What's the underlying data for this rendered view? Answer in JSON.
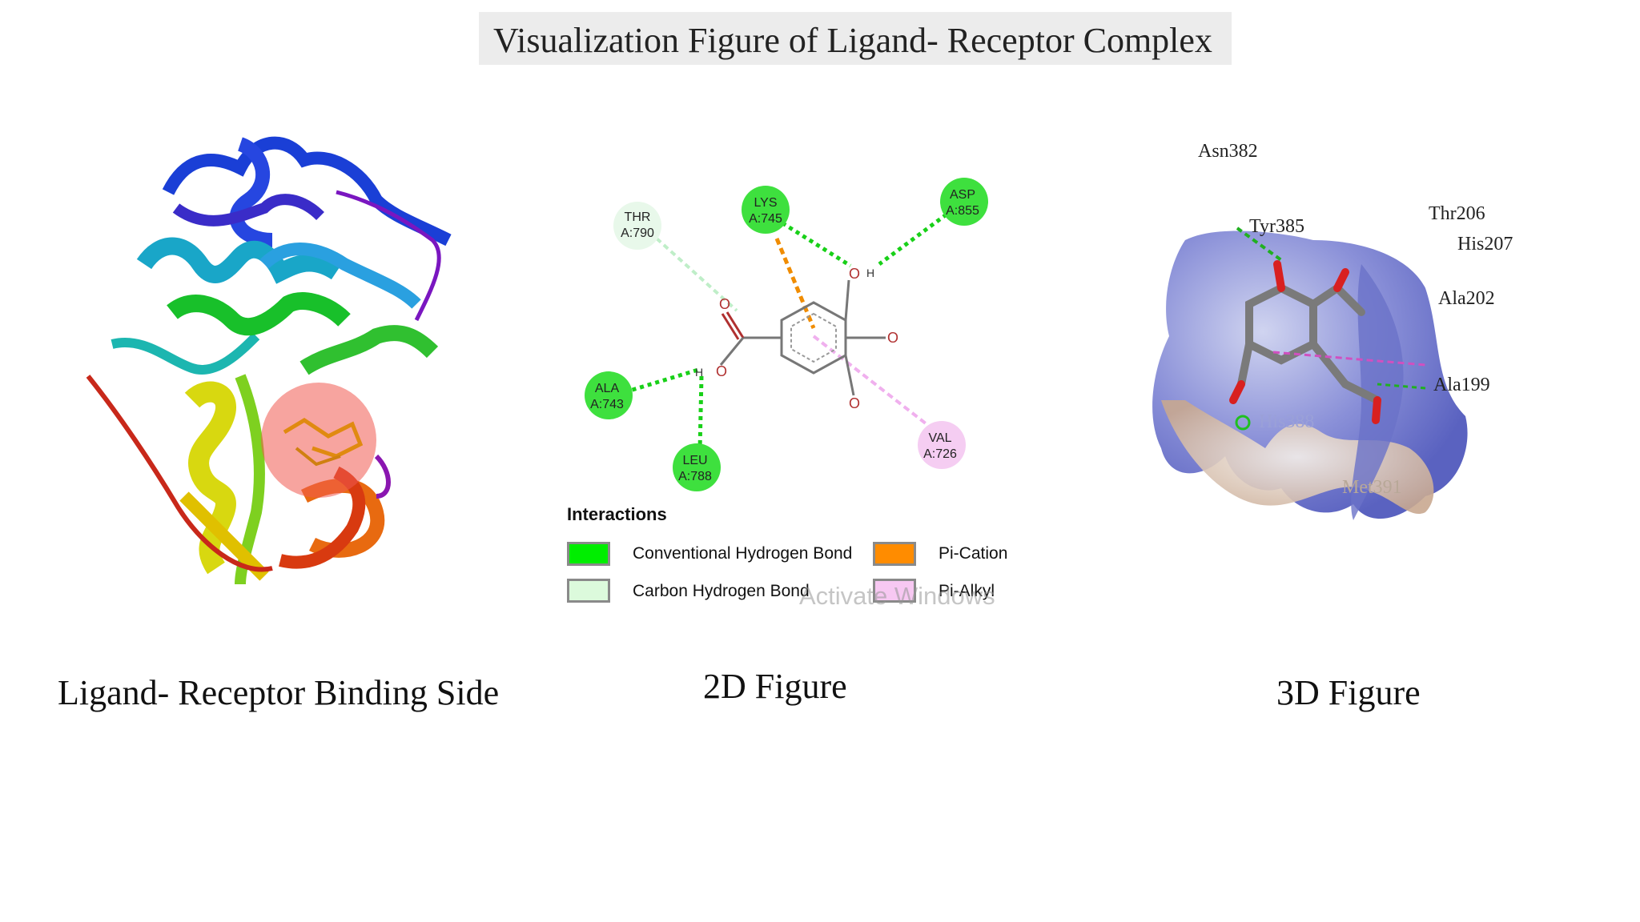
{
  "title": "Visualization Figure of Ligand- Receptor Complex",
  "panels": {
    "binding_site": {
      "caption": "Ligand- Receptor Binding Side"
    },
    "figure_2d": {
      "caption": "2D Figure",
      "residues": [
        {
          "name": "THR",
          "id": "A:790",
          "type": "carbon-h-bond",
          "color": "#e8f8ea"
        },
        {
          "name": "LYS",
          "id": "A:745",
          "type": "conventional-h-bond",
          "color": "#3ee03e"
        },
        {
          "name": "ASP",
          "id": "A:855",
          "type": "conventional-h-bond",
          "color": "#3ee03e"
        },
        {
          "name": "ALA",
          "id": "A:743",
          "type": "conventional-h-bond",
          "color": "#3ee03e"
        },
        {
          "name": "LEU",
          "id": "A:788",
          "type": "conventional-h-bond",
          "color": "#3ee03e"
        },
        {
          "name": "VAL",
          "id": "A:726",
          "type": "pi-alkyl",
          "color": "#f5cdf2"
        }
      ],
      "atoms": {
        "o": "O",
        "h": "H"
      },
      "legend": {
        "title": "Interactions",
        "items": [
          {
            "label": "Conventional Hydrogen Bond",
            "color": "#00ee00"
          },
          {
            "label": "Carbon Hydrogen Bond",
            "color": "#dcfadc"
          },
          {
            "label": "Pi-Cation",
            "color": "#ff8c00"
          },
          {
            "label": "Pi-Alkyl",
            "color": "#f7c8f2"
          }
        ]
      },
      "watermark": "Activate Windows"
    },
    "figure_3d": {
      "caption": "3D Figure",
      "labels": [
        "Asn382",
        "Tyr385",
        "Thr206",
        "His207",
        "Ala202",
        "Ala199",
        "His388",
        "Met391"
      ]
    }
  }
}
